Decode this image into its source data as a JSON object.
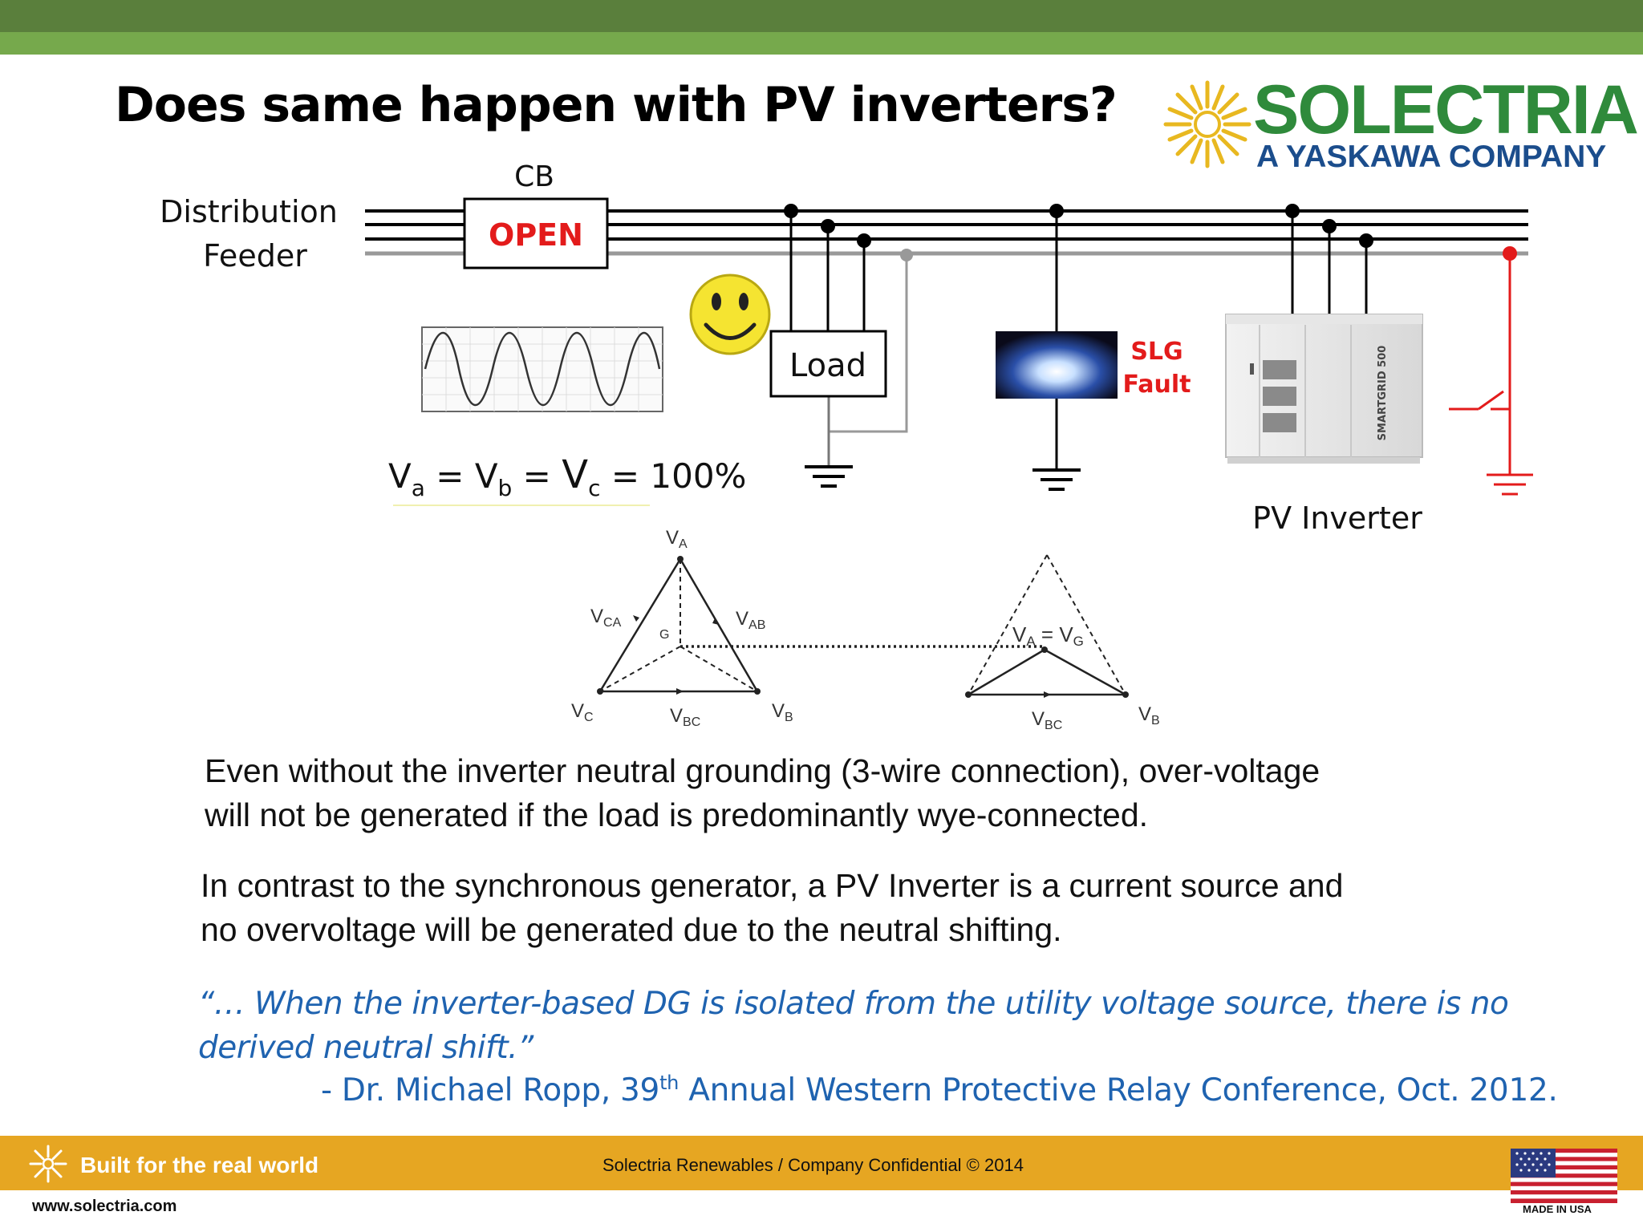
{
  "header": {
    "title": "Does same happen with PV inverters?",
    "logo_name": "SOLECTRIA",
    "logo_tagline": "A YASKAWA COMPANY"
  },
  "diagram": {
    "feeder_label_line1": "Distribution",
    "feeder_label_line2": "Feeder",
    "cb_label": "CB",
    "cb_state": "OPEN",
    "load_label": "Load",
    "fault_label_line1": "SLG",
    "fault_label_line2": "Fault",
    "inverter_label": "PV Inverter",
    "inverter_model": "SMARTGRID 500",
    "voltage_eq": {
      "va_base": "V",
      "va_sub": "a",
      "eq1": " = ",
      "vb_base": "V",
      "vb_sub": "b",
      "eq2": " = ",
      "vc_base": "V",
      "vc_sub": "c",
      "eq3": " = 100%"
    },
    "phasor1": {
      "va": "V",
      "va_sub": "A",
      "vca": "V",
      "vca_sub": "CA",
      "vab": "V",
      "vab_sub": "AB",
      "g": "G",
      "vc": "V",
      "vc_sub": "C",
      "vbc": "V",
      "vbc_sub": "BC",
      "vb": "V",
      "vb_sub": "B"
    },
    "phasor2": {
      "va_eq": "V",
      "va_sub": "A",
      "eq": " = ",
      "vg": "V",
      "vg_sub": "G",
      "vbc": "V",
      "vbc_sub": "BC",
      "vb": "V",
      "vb_sub": "B"
    }
  },
  "body": {
    "para1_line1": "Even without the inverter neutral grounding (3-wire connection), over-voltage",
    "para1_line2": "will not be generated if the load is predominantly wye-connected.",
    "para2_line1": "In contrast to the synchronous generator, a PV Inverter is a current source and",
    "para2_line2": "no overvoltage will be generated due to the neutral shifting.",
    "quote_line1": "“… When the inverter-based DG is isolated from the utility voltage source, there is no",
    "quote_line2": "derived neutral shift.”",
    "attribution_pre": "- Dr. Michael Ropp, 39",
    "attribution_sup": "th",
    "attribution_post": " Annual Western Protective Relay Conference, Oct. 2012."
  },
  "footer": {
    "tagline": "Built for the real world",
    "confidential": "Solectria Renewables / Company Confidential © 2014",
    "website": "www.solectria.com",
    "made_in": "MADE IN USA"
  },
  "colors": {
    "header_dark": "#5a7f3c",
    "header_light": "#76a94c",
    "footer": "#e6a622",
    "accent_red": "#e31b1b",
    "quote_blue": "#1f63b0",
    "logo_green": "#2f8a3b",
    "logo_blue": "#1b4d8c",
    "smiley_yellow": "#f5e431"
  }
}
